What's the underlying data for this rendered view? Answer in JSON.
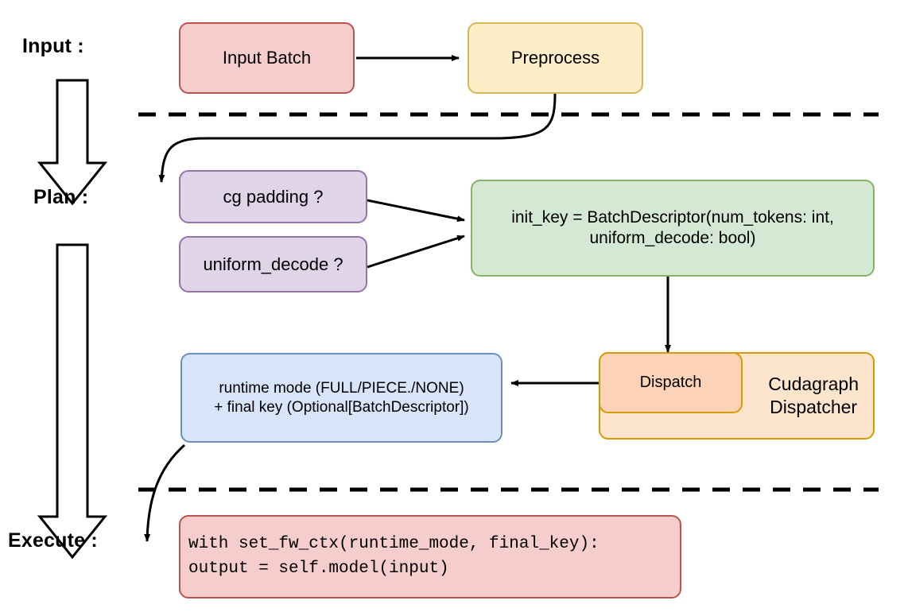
{
  "diagram": {
    "title": "vLLM cudagraph dispatch pipeline",
    "background": "#ffffff",
    "stages": [
      {
        "id": "input",
        "label": "Input :"
      },
      {
        "id": "plan",
        "label": "Plan :"
      },
      {
        "id": "execute",
        "label": "Execute :"
      }
    ],
    "nodes": {
      "input_batch": {
        "label": "Input Batch",
        "fill": "#f5cdcd",
        "stroke": "#b85450"
      },
      "preprocess": {
        "label": "Preprocess",
        "fill": "#fdeec7",
        "stroke": "#d6b656"
      },
      "cg_padding": {
        "label": "cg padding ?",
        "fill": "#e0d4e8",
        "stroke": "#9673a6"
      },
      "uniform_decode": {
        "label": "uniform_decode ?",
        "fill": "#e0d4e8",
        "stroke": "#9673a6"
      },
      "init_key": {
        "label": "init_key = BatchDescriptor(num_tokens: int,\nuniform_decode: bool)",
        "fill": "#d4e8d4",
        "stroke": "#82b366"
      },
      "cudagraph_dispatcher": {
        "label": "Cudagraph\nDispatcher",
        "fill": "#fde4cd",
        "stroke": "#d79b00"
      },
      "dispatch": {
        "label": "Dispatch",
        "fill": "#fcd3b9",
        "stroke": "#d79b00"
      },
      "runtime_mode": {
        "label": "runtime mode (FULL/PIECE./NONE)\n+ final key (Optional[BatchDescriptor])",
        "fill": "#d8e5f8",
        "stroke": "#6c8ebf"
      },
      "execute_code": {
        "label": "with set_fw_ctx(runtime_mode, final_key):\n    output = self.model(input)",
        "fill": "#f5cdcd",
        "stroke": "#b85450"
      }
    },
    "separators": [
      {
        "id": "input-plan-divider",
        "style": "dashed",
        "color": "#000000"
      },
      {
        "id": "plan-execute-divider",
        "style": "dashed",
        "color": "#000000"
      }
    ],
    "flow_arrows": [
      {
        "id": "input-batch-to-preprocess",
        "from": "input_batch",
        "to": "preprocess"
      },
      {
        "id": "preprocess-to-cg-padding",
        "from": "preprocess",
        "to": "cg_padding"
      },
      {
        "id": "cg-padding-to-init-key",
        "from": "cg_padding",
        "to": "init_key"
      },
      {
        "id": "uniform-decode-to-init-key",
        "from": "uniform_decode",
        "to": "init_key"
      },
      {
        "id": "init-key-to-dispatch",
        "from": "init_key",
        "to": "dispatch"
      },
      {
        "id": "dispatch-to-runtime-mode",
        "from": "dispatch",
        "to": "runtime_mode"
      },
      {
        "id": "runtime-mode-to-execute-code",
        "from": "runtime_mode",
        "to": "execute_code"
      }
    ],
    "stage_arrows": [
      {
        "id": "input-to-plan-big-arrow",
        "direction": "down",
        "style": "hollow"
      },
      {
        "id": "plan-to-execute-big-arrow",
        "direction": "down",
        "style": "hollow"
      }
    ]
  }
}
